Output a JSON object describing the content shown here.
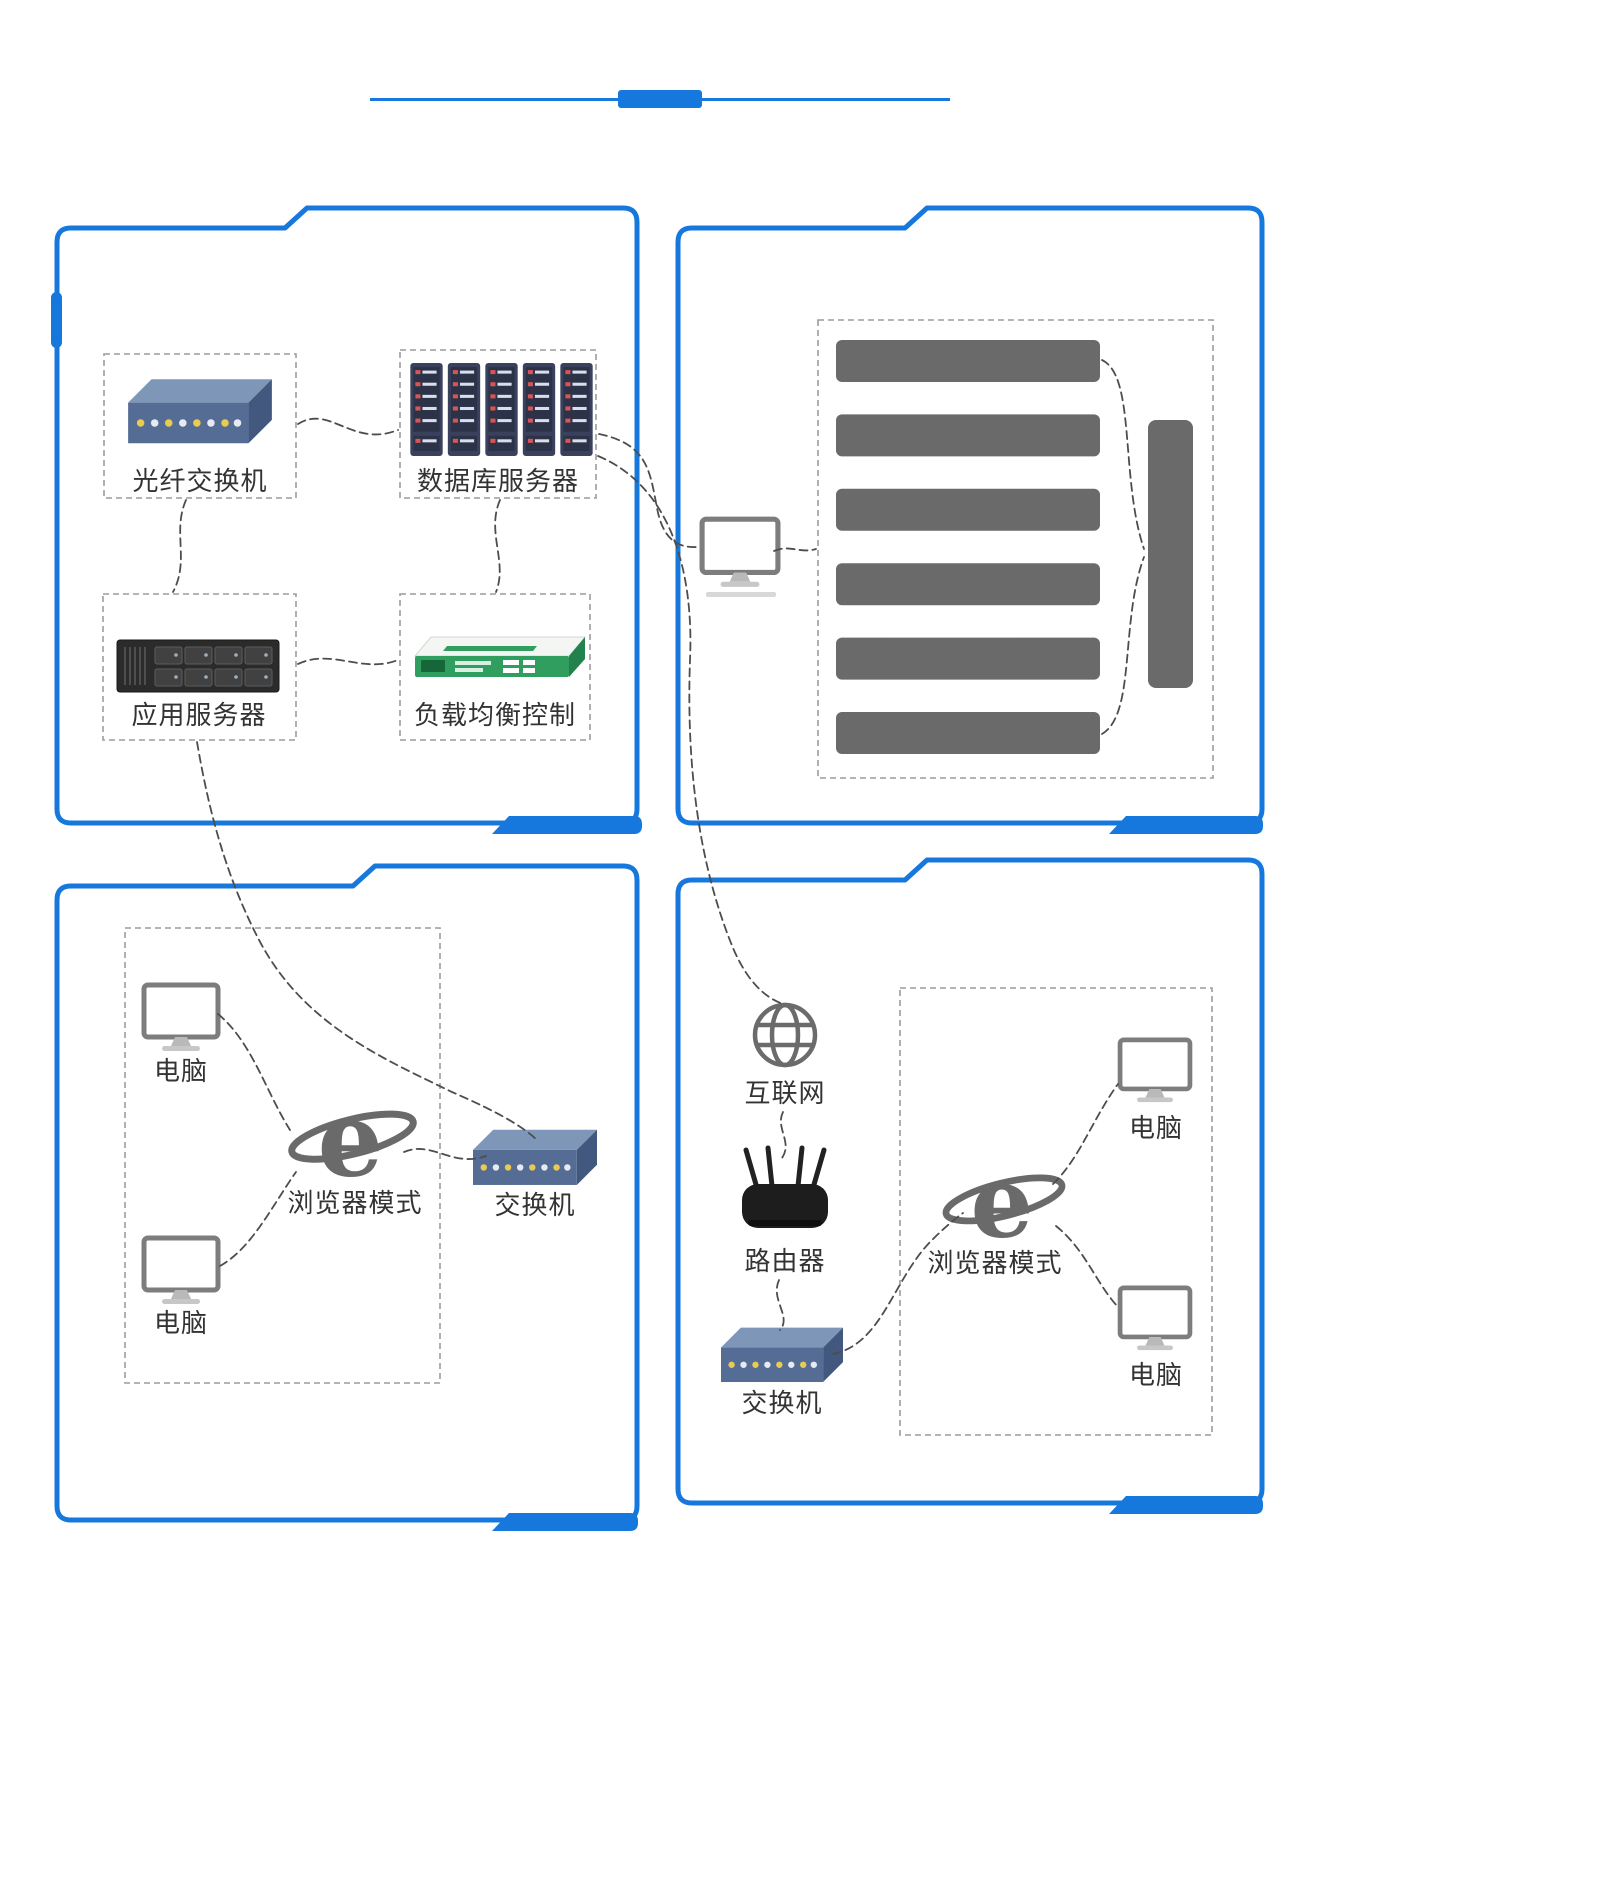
{
  "page": {
    "background": "#ffffff",
    "accent_color": "#1678dc",
    "bar_color": "#6a6a6a",
    "connector_color": "#4d4d4d",
    "dashed_box_color": "#9c9c9c",
    "label_color": "#333333"
  },
  "icons": {
    "fiber_switch": "network-switch-3d",
    "database_server": "server-rack-towers",
    "app_server": "rack-server-2u",
    "load_balancer": "load-balancer-appliance",
    "workstation": "desktop-monitor",
    "browser": "ie-browser-e",
    "switch": "network-switch-3d",
    "internet": "globe",
    "router": "wifi-router-antennas"
  },
  "panels": {
    "infrastructure": {
      "nodes": [
        {
          "id": "fiber-switch",
          "label": "光纤交换机"
        },
        {
          "id": "database-server",
          "label": "数据库服务器"
        },
        {
          "id": "app-server",
          "label": "应用服务器"
        },
        {
          "id": "load-balancer",
          "label": "负载均衡控制"
        }
      ]
    },
    "feature_list": {
      "bar_count": 6,
      "has_summary_bar": true
    },
    "lan_left": {
      "pc_top": "电脑",
      "browser": "浏览器模式",
      "switch": "交换机",
      "pc_bottom": "电脑"
    },
    "lan_right": {
      "internet": "互联网",
      "router": "路由器",
      "switch": "交换机",
      "browser": "浏览器模式",
      "pc_top": "电脑",
      "pc_bottom": "电脑"
    }
  }
}
